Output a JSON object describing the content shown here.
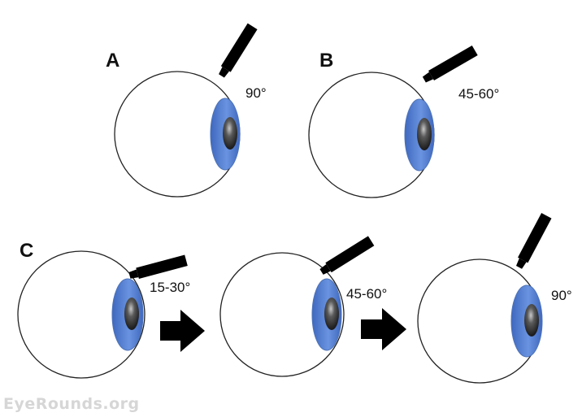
{
  "panels": [
    {
      "label": "A",
      "angle": "90°"
    },
    {
      "label": "B",
      "angle": "45-60°"
    },
    {
      "label": "C",
      "angles": [
        "15-30°",
        "45-60°",
        "90°"
      ]
    }
  ],
  "watermark": "EyeRounds.org",
  "colors": {
    "iris": "#5b86d6",
    "pupil": "#1a1a1a",
    "outline": "#222222",
    "arrow": "#000000"
  }
}
